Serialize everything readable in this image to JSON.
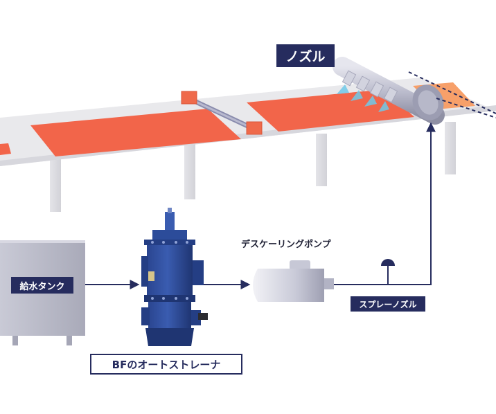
{
  "labels": {
    "nozzle": "ノズル",
    "descaling_pump": "デスケーリングポンプ",
    "feed_tank": "給水タンク",
    "spray_nozzle": "スプレーノズル",
    "strainer": "BFのオートストレーナ"
  },
  "colors": {
    "navy": "#262c5e",
    "slab": "#f2654a",
    "slab_hot": "#f7a06a",
    "conveyor": "#e9e9ec",
    "support": "#dcdce0",
    "equipment_gray": "#c3c4d2",
    "strainer_blue": "#2c4c9a",
    "spray": "#6fc9e9"
  }
}
